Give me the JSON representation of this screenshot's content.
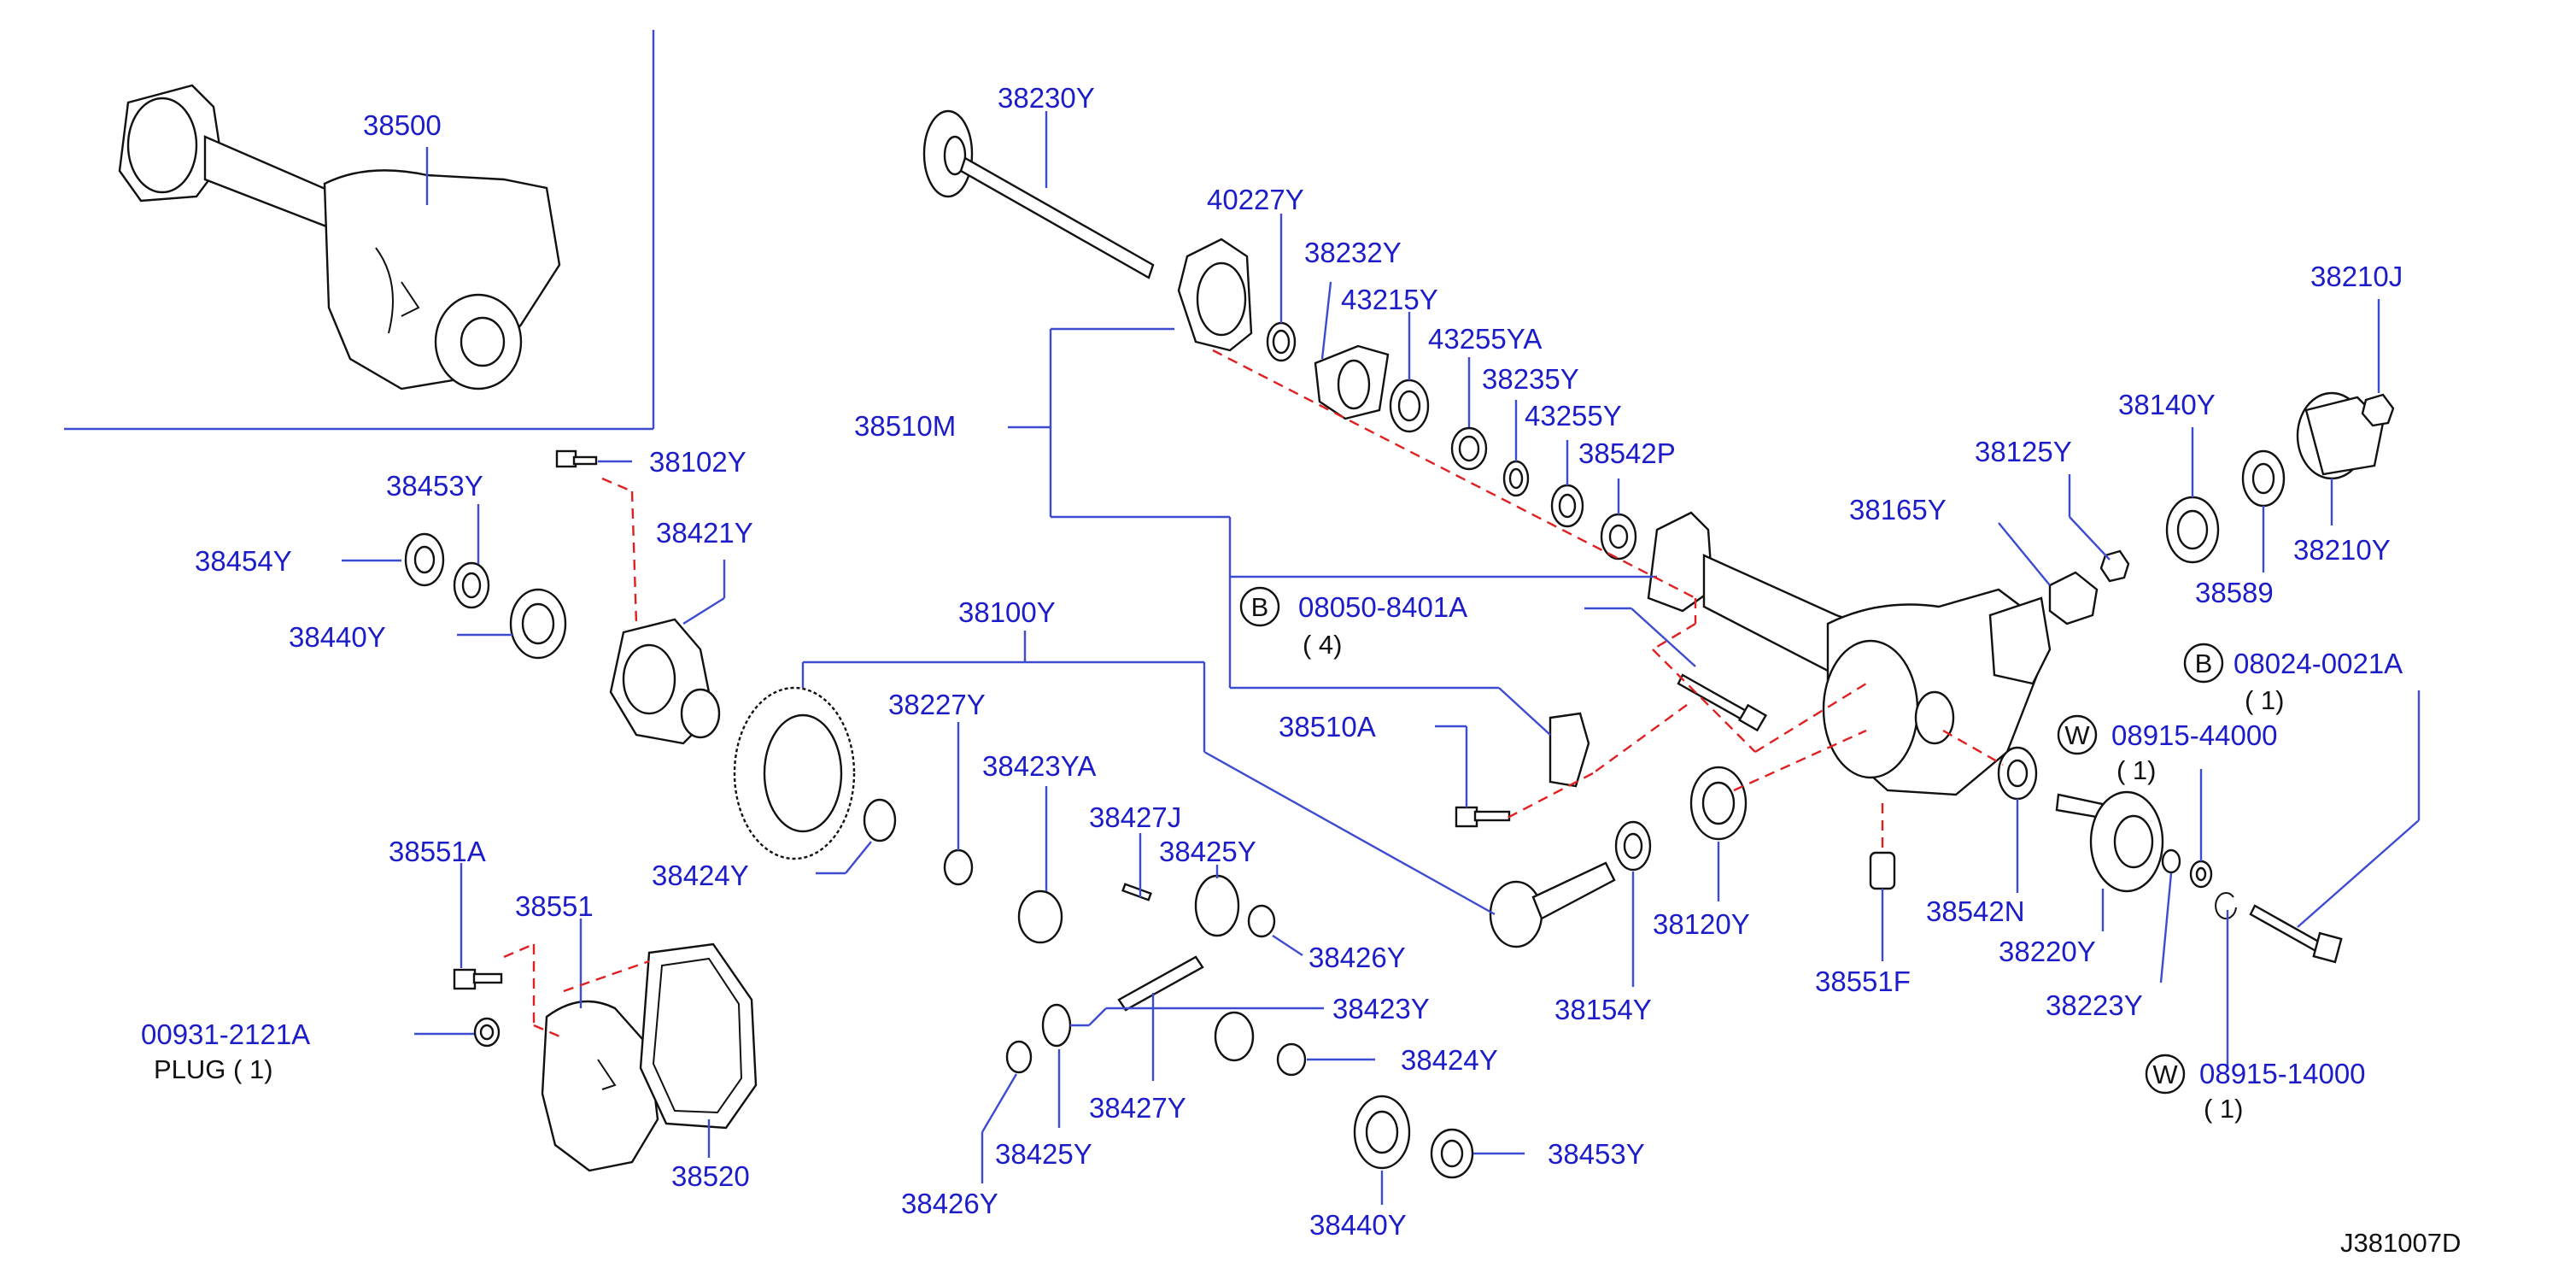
{
  "diagram_id": "J381007D",
  "plug_note": "PLUG ( 1)",
  "labels": {
    "l38500": "38500",
    "l38230Y": "38230Y",
    "l40227Y": "40227Y",
    "l38232Y": "38232Y",
    "l43215Y": "43215Y",
    "l43255YA": "43255YA",
    "l38235Y": "38235Y",
    "l43255Y": "43255Y",
    "l38542P": "38542P",
    "l38210J": "38210J",
    "l38140Y": "38140Y",
    "l38125Y": "38125Y",
    "l38165Y": "38165Y",
    "l38210Y": "38210Y",
    "l38589": "38589",
    "l38510M": "38510M",
    "l08050": "08050-8401A",
    "l08050q": "( 4)",
    "l38102Y": "38102Y",
    "l38453Y_a": "38453Y",
    "l38454Y": "38454Y",
    "l38421Y": "38421Y",
    "l38440Y_a": "38440Y",
    "l38100Y": "38100Y",
    "l38227Y": "38227Y",
    "l38510A": "38510A",
    "l38423YA": "38423YA",
    "l38424Y_a": "38424Y",
    "l38427J": "38427J",
    "l38425Y_a": "38425Y",
    "l38426Y_a": "38426Y",
    "l38551A": "38551A",
    "l38551": "38551",
    "l00931": "00931-2121A",
    "l38520": "38520",
    "l38423Y": "38423Y",
    "l38424Y_b": "38424Y",
    "l38427Y": "38427Y",
    "l38425Y_b": "38425Y",
    "l38426Y_b": "38426Y",
    "l38440Y_b": "38440Y",
    "l38453Y_b": "38453Y",
    "l38154Y": "38154Y",
    "l38120Y": "38120Y",
    "l38551F": "38551F",
    "l38542N": "38542N",
    "l38220Y": "38220Y",
    "l38223Y": "38223Y",
    "l08024": "08024-0021A",
    "l08024q": "( 1)",
    "l08915a": "08915-44000",
    "l08915aq": "( 1)",
    "l08915b": "08915-14000",
    "l08915bq": "( 1)"
  },
  "circle_markers": {
    "b1": "B",
    "b2": "B",
    "w1": "W",
    "w2": "W"
  },
  "colors": {
    "label_blue": "#1c1cc8",
    "leader_blue": "#3c4bd0",
    "dashed_red": "#e02020",
    "part_outline": "#111111"
  }
}
